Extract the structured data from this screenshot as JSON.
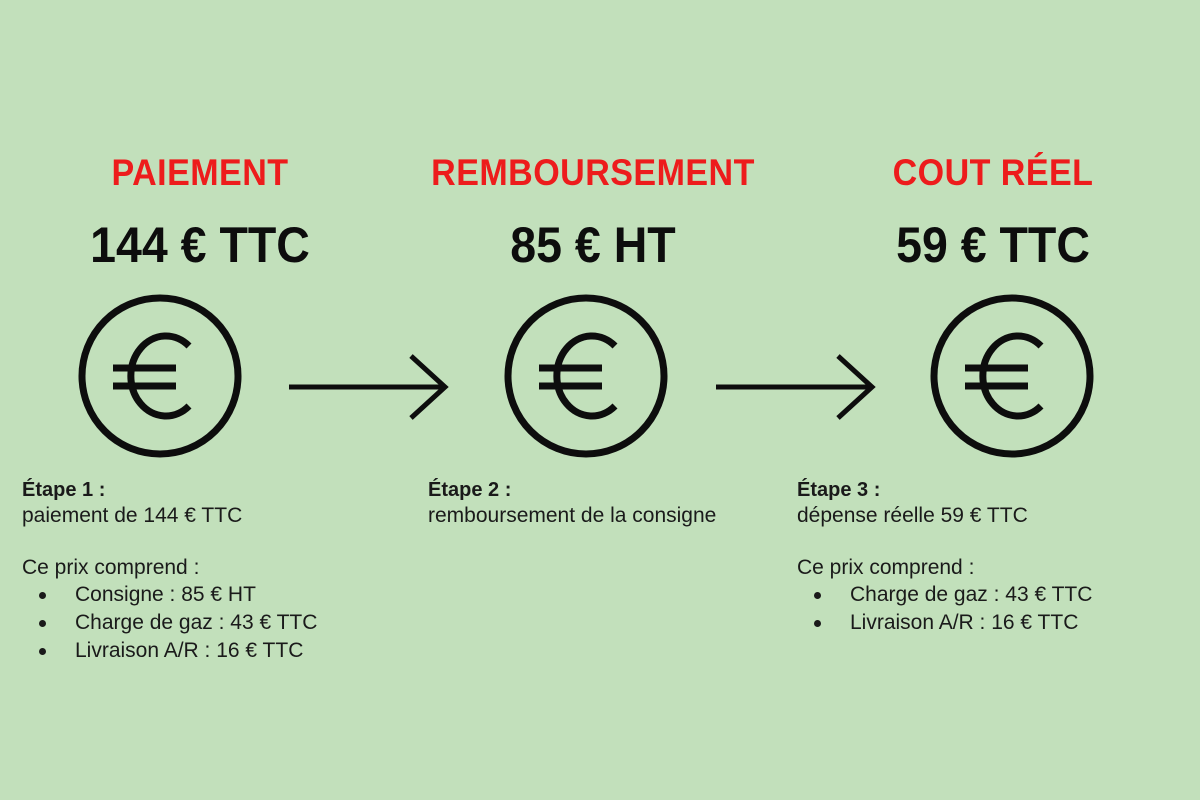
{
  "page": {
    "background_color": "#c2e0bb",
    "accent_color": "#ed1c1c",
    "text_color": "#1a1a1a"
  },
  "columns": [
    {
      "heading": "PAIEMENT",
      "amount": "144 € TTC",
      "icon": "euro-coin-icon",
      "step_label": "Étape 1 :",
      "step_description": "paiement de 144 € TTC",
      "includes_title": "Ce prix comprend :",
      "includes_items": [
        "Consigne : 85 € HT",
        "Charge de gaz : 43 € TTC",
        "Livraison A/R : 16 € TTC"
      ]
    },
    {
      "heading": "REMBOURSEMENT",
      "amount": "85 € HT",
      "icon": "euro-coin-icon",
      "step_label": "Étape 2 :",
      "step_description": "remboursement de la consigne",
      "includes_title": "",
      "includes_items": []
    },
    {
      "heading": "COUT RÉEL",
      "amount": "59 € TTC",
      "icon": "euro-coin-icon",
      "step_label": "Étape 3 :",
      "step_description": "dépense réelle 59 € TTC",
      "includes_title": "Ce prix comprend :",
      "includes_items": [
        "Charge de gaz : 43 € TTC",
        "Livraison A/R : 16 € TTC"
      ]
    }
  ],
  "arrows": [
    {
      "icon": "arrow-right-icon"
    },
    {
      "icon": "arrow-right-icon"
    }
  ]
}
